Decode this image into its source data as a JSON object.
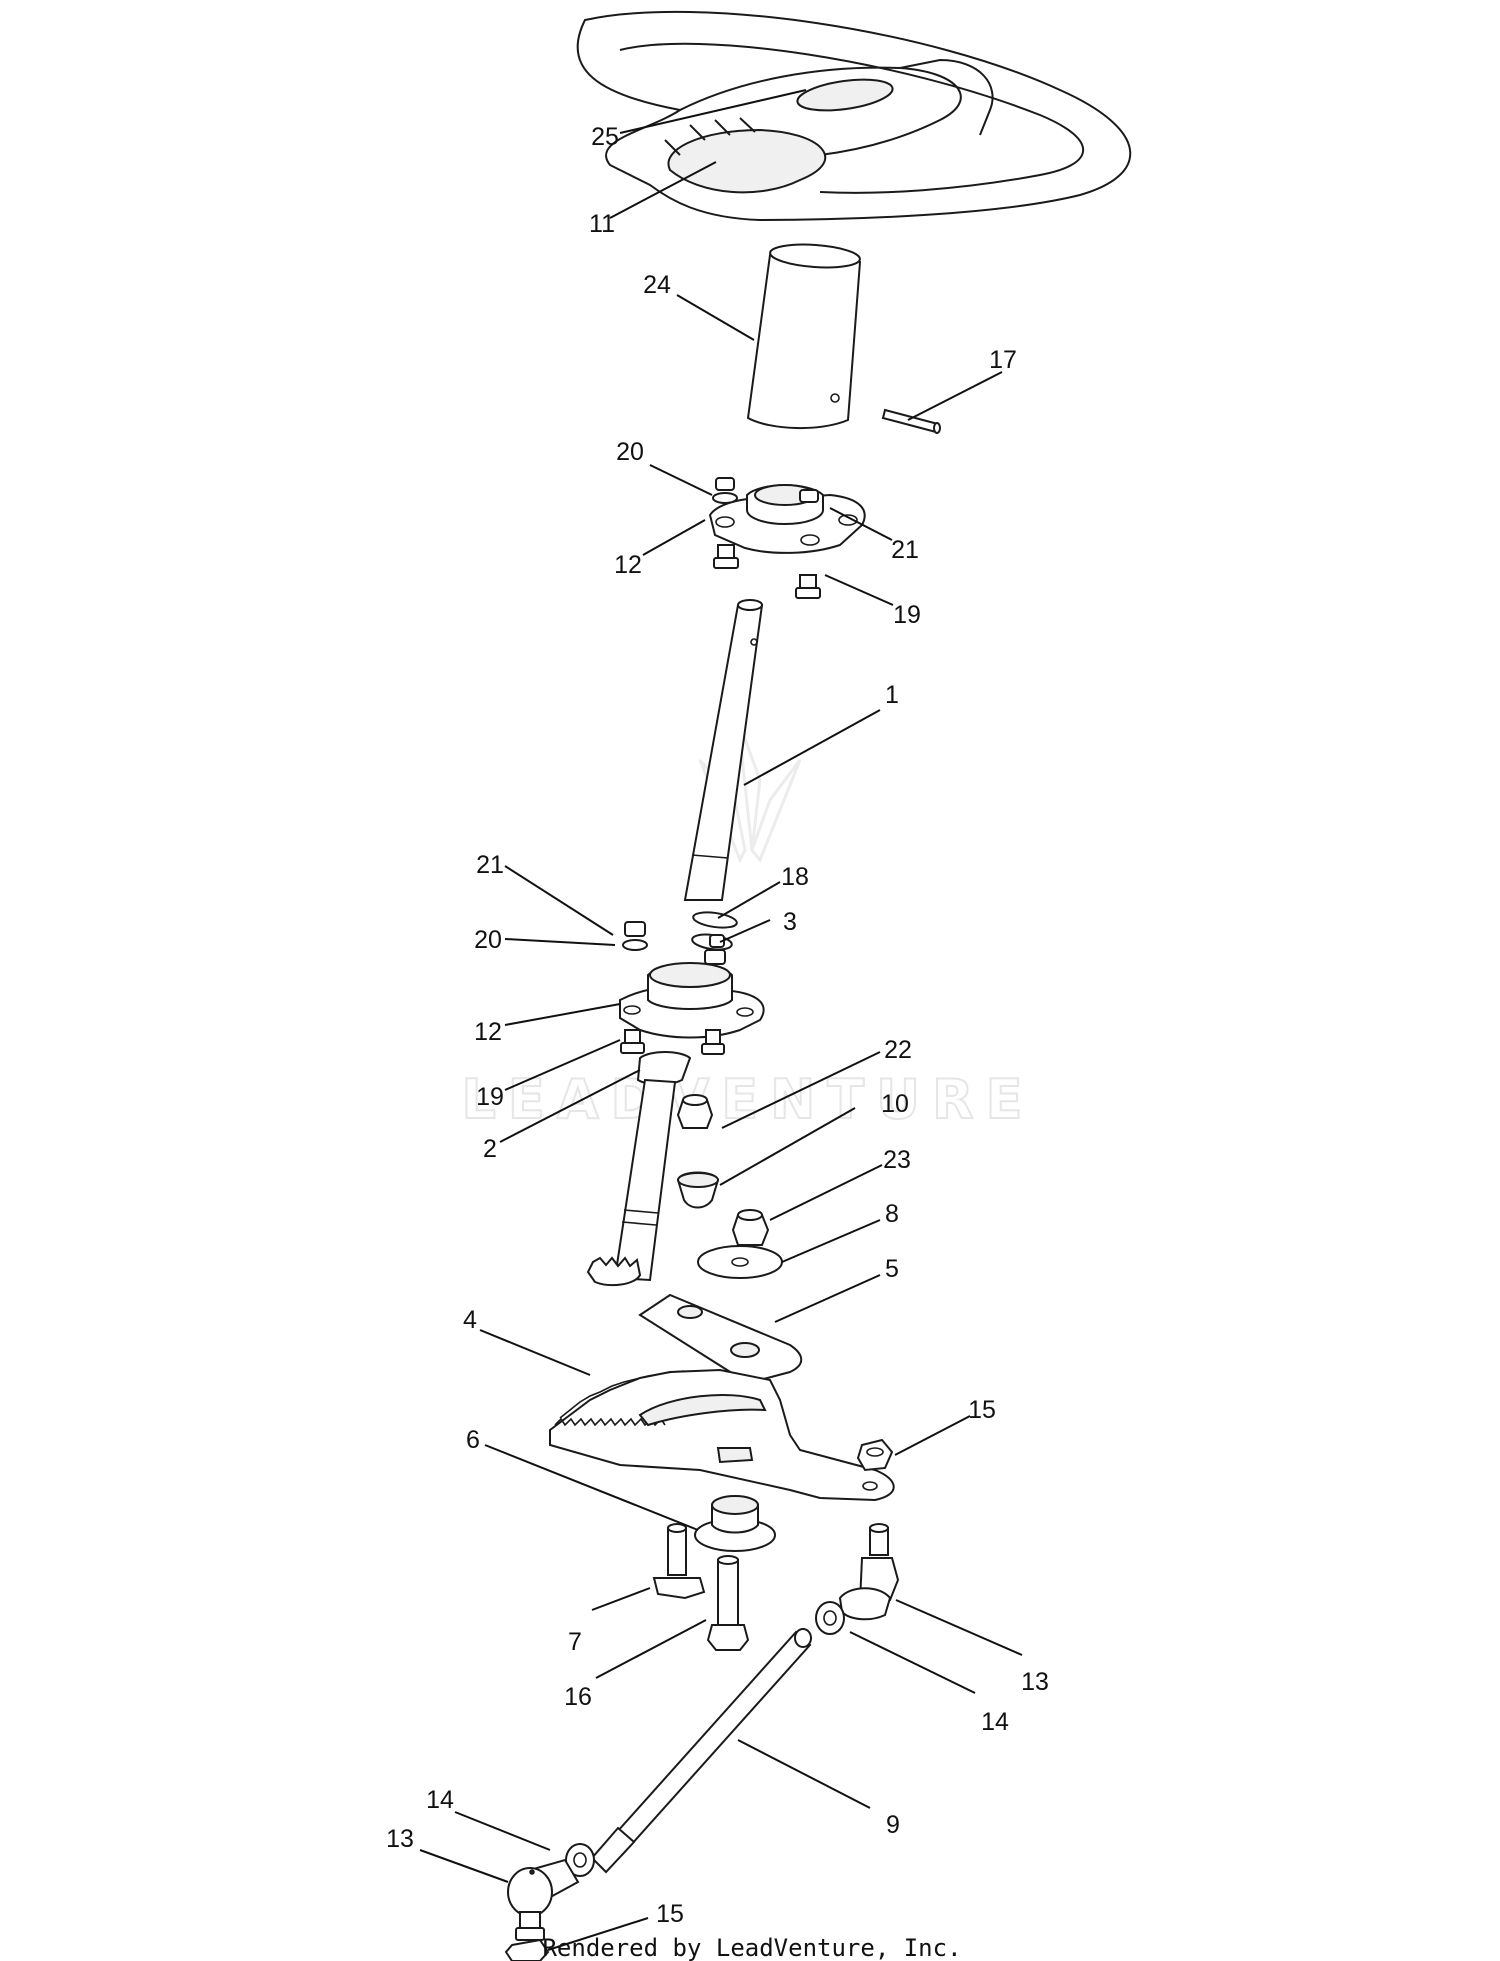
{
  "callouts": [
    {
      "id": "25",
      "label": "25"
    },
    {
      "id": "11",
      "label": "11"
    },
    {
      "id": "24",
      "label": "24"
    },
    {
      "id": "17",
      "label": "17"
    },
    {
      "id": "20a",
      "label": "20"
    },
    {
      "id": "21a",
      "label": "21"
    },
    {
      "id": "12a",
      "label": "12"
    },
    {
      "id": "19a",
      "label": "19"
    },
    {
      "id": "1",
      "label": "1"
    },
    {
      "id": "21b",
      "label": "21"
    },
    {
      "id": "18",
      "label": "18"
    },
    {
      "id": "3",
      "label": "3"
    },
    {
      "id": "20b",
      "label": "20"
    },
    {
      "id": "12b",
      "label": "12"
    },
    {
      "id": "22",
      "label": "22"
    },
    {
      "id": "19b",
      "label": "19"
    },
    {
      "id": "10",
      "label": "10"
    },
    {
      "id": "2",
      "label": "2"
    },
    {
      "id": "23",
      "label": "23"
    },
    {
      "id": "8",
      "label": "8"
    },
    {
      "id": "5",
      "label": "5"
    },
    {
      "id": "4",
      "label": "4"
    },
    {
      "id": "15a",
      "label": "15"
    },
    {
      "id": "6",
      "label": "6"
    },
    {
      "id": "7",
      "label": "7"
    },
    {
      "id": "13a",
      "label": "13"
    },
    {
      "id": "16",
      "label": "16"
    },
    {
      "id": "14a",
      "label": "14"
    },
    {
      "id": "14b",
      "label": "14"
    },
    {
      "id": "9",
      "label": "9"
    },
    {
      "id": "13b",
      "label": "13"
    },
    {
      "id": "15b",
      "label": "15"
    }
  ],
  "watermark": "LEADVENTURE",
  "credit": "Rendered by LeadVenture, Inc."
}
